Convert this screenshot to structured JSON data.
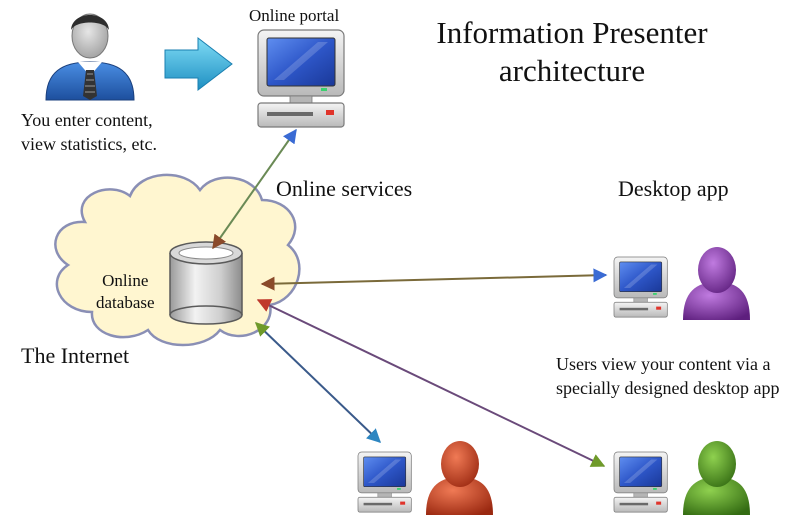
{
  "title_line1": "Information Presenter",
  "title_line2": "architecture",
  "user_caption_line1": "You enter content,",
  "user_caption_line2": "view statistics, etc.",
  "portal_label": "Online portal",
  "online_services_label": "Online services",
  "desktop_app_label": "Desktop app",
  "database_label_line1": "Online",
  "database_label_line2": "database",
  "internet_label": "The Internet",
  "users_note_line1": "Users view your content via a",
  "users_note_line2": "specially designed desktop app",
  "colors": {
    "admin_shirt": "#2f6fc6",
    "arrow_blue": "#3fb3dc",
    "user_purple": "#7d2f9a",
    "user_red": "#c7391c",
    "user_green": "#4a8f1e",
    "cloud_fill": "#fff6d0",
    "cloud_stroke": "#8a8fb5",
    "monitor_screen": "#2e57c9"
  }
}
